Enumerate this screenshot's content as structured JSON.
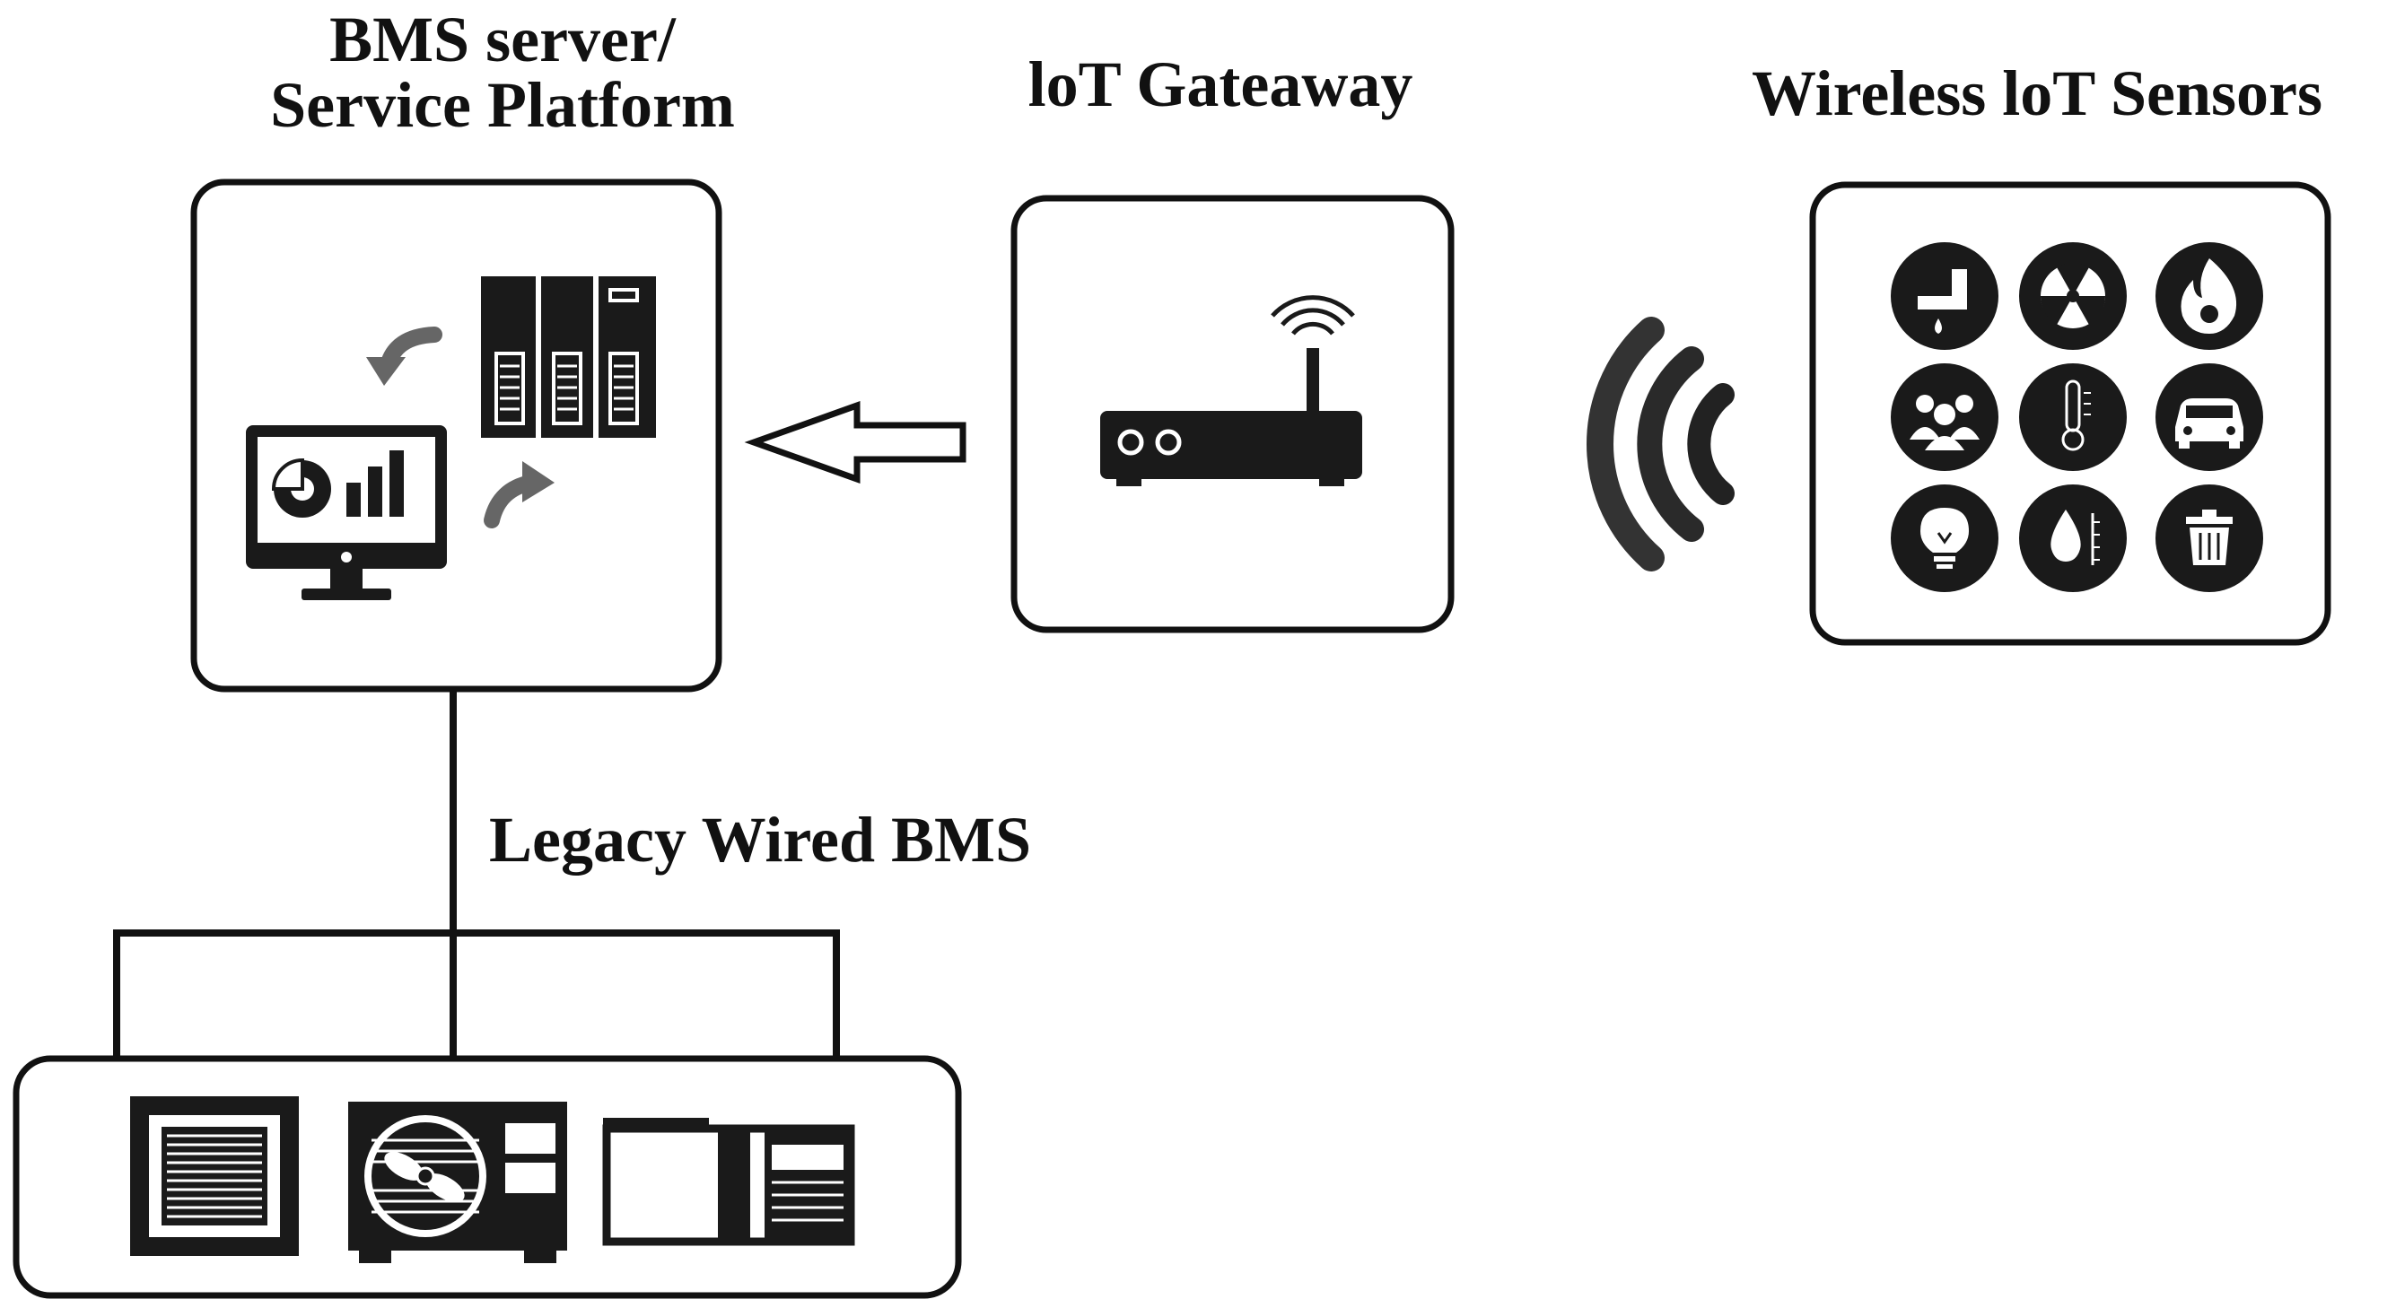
{
  "labels": {
    "bms_server_line1": "BMS server/",
    "bms_server_line2": "Service Platform",
    "iot_gateway": "loT Gateaway",
    "wireless_sensors": "Wireless loT Sensors",
    "legacy_wired": "Legacy Wired BMS"
  },
  "colors": {
    "ink": "#111111",
    "icon_fill": "#1a1a1a",
    "background": "#ffffff",
    "arrow_gray": "#666666"
  },
  "icons": {
    "bms_box": [
      "monitor-dashboard-icon",
      "server-rack-icon",
      "sync-arrow-down-icon",
      "sync-arrow-up-icon"
    ],
    "gateway_box": [
      "wifi-router-icon"
    ],
    "sensors": [
      "water-leak-sensor-icon",
      "radiation-sensor-icon",
      "fire-sensor-icon",
      "occupancy-sensor-icon",
      "temperature-sensor-icon",
      "parking-sensor-icon",
      "light-sensor-icon",
      "humidity-sensor-icon",
      "waste-bin-sensor-icon"
    ],
    "legacy_equipment": [
      "ceiling-cassette-ac-icon",
      "outdoor-condenser-unit-icon",
      "air-handling-unit-icon"
    ],
    "connectors": [
      "gateway-to-server-arrow",
      "wireless-signal-icon",
      "wired-bus-line"
    ]
  }
}
